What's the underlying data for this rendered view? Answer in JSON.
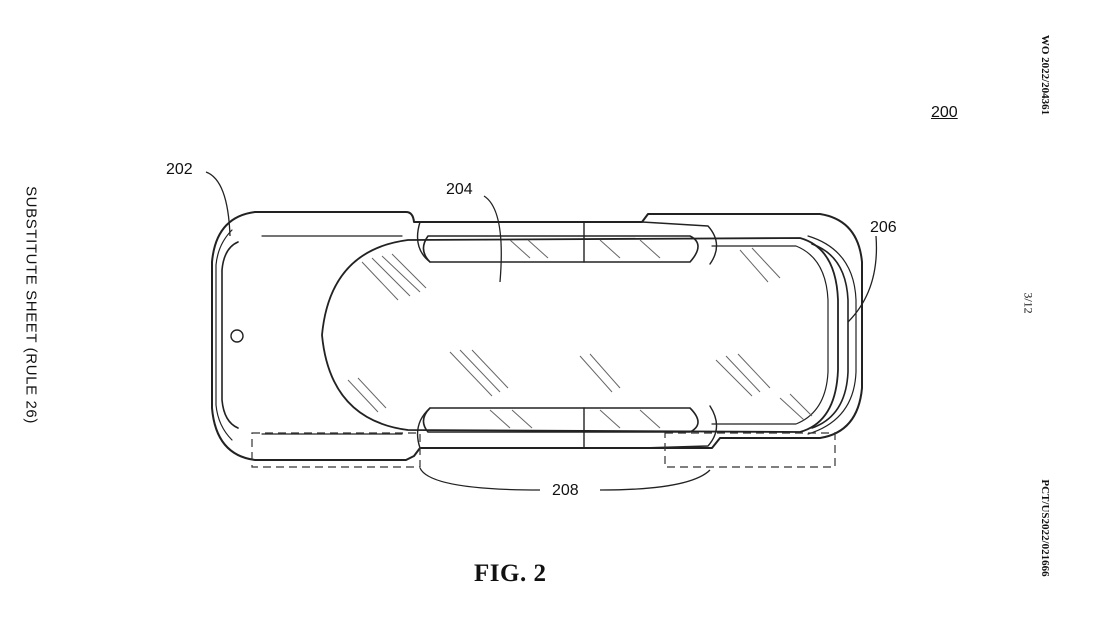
{
  "header": {
    "publication_number": "WO 2022/204361",
    "application_number": "PCT/US2022/021666",
    "sheet_number": "3/12",
    "margin_note": "SUBSTITUTE SHEET (RULE 26)"
  },
  "figure": {
    "reference_numeral": "200",
    "caption": "FIG. 2",
    "callouts": {
      "front_end": "202",
      "glass_roof": "204",
      "rear_end": "206",
      "side_region": "208"
    }
  }
}
